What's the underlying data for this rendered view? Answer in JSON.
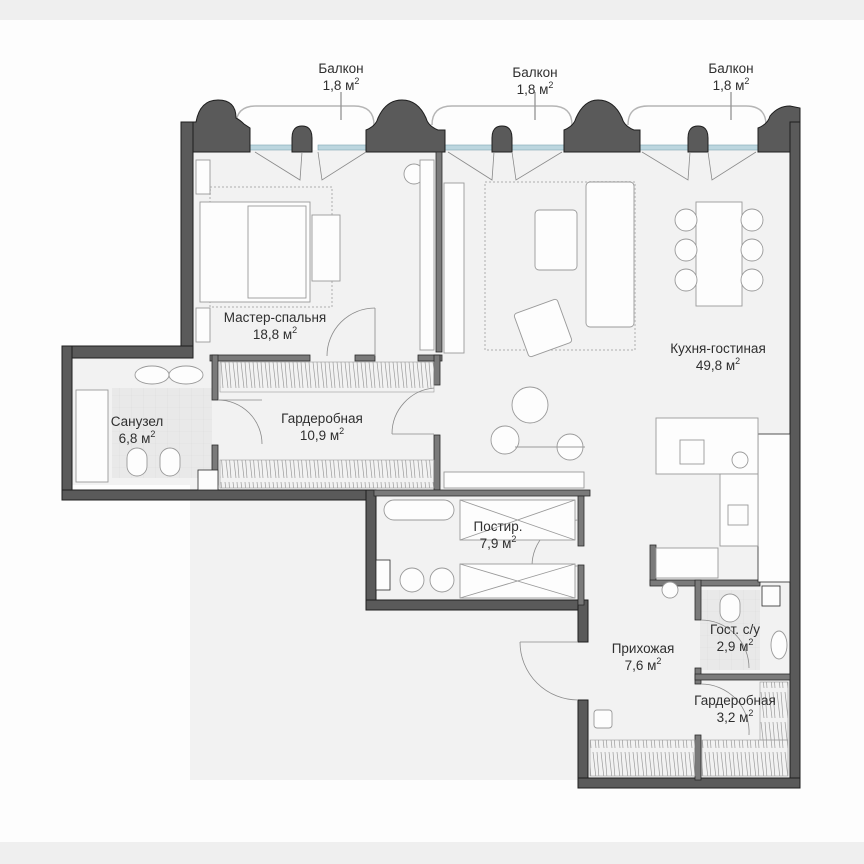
{
  "plan": {
    "colors": {
      "wall": "#5a5a5a",
      "wall_outline": "#1e1e1e",
      "floor": "#f2f2f2",
      "glass": "#bcd6df",
      "line": "#9a9a9a",
      "text": "#2f2f2f",
      "background": "#fdfdfd",
      "margin": "#efefef"
    },
    "unit": "м",
    "balconies": [
      {
        "label": "Балкон",
        "area": "1,8"
      },
      {
        "label": "Балкон",
        "area": "1,8"
      },
      {
        "label": "Балкон",
        "area": "1,8"
      }
    ],
    "rooms": [
      {
        "id": "master-bedroom",
        "label": "Мастер-спальня",
        "area": "18,8"
      },
      {
        "id": "bathroom",
        "label": "Санузел",
        "area": "6,8"
      },
      {
        "id": "walk-in-closet",
        "label": "Гардеробная",
        "area": "10,9"
      },
      {
        "id": "kitchen-living",
        "label": "Кухня-гостиная",
        "area": "49,8"
      },
      {
        "id": "laundry",
        "label": "Постир.",
        "area": "7,9"
      },
      {
        "id": "hallway",
        "label": "Прихожая",
        "area": "7,6"
      },
      {
        "id": "guest-wc",
        "label": "Гост. с/у",
        "area": "2,9"
      },
      {
        "id": "entry-closet",
        "label": "Гардеробная",
        "area": "3,2"
      }
    ]
  }
}
